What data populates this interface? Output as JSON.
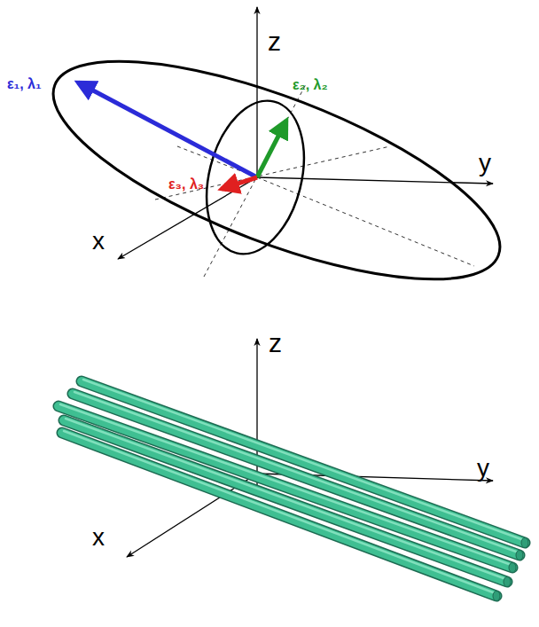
{
  "diagram": {
    "labels": [
      "z",
      "y",
      "x",
      "ε₁, λ₁",
      "ε₂, λ₂",
      "ε₃, λ₃",
      "z",
      "y",
      "x"
    ]
  }
}
